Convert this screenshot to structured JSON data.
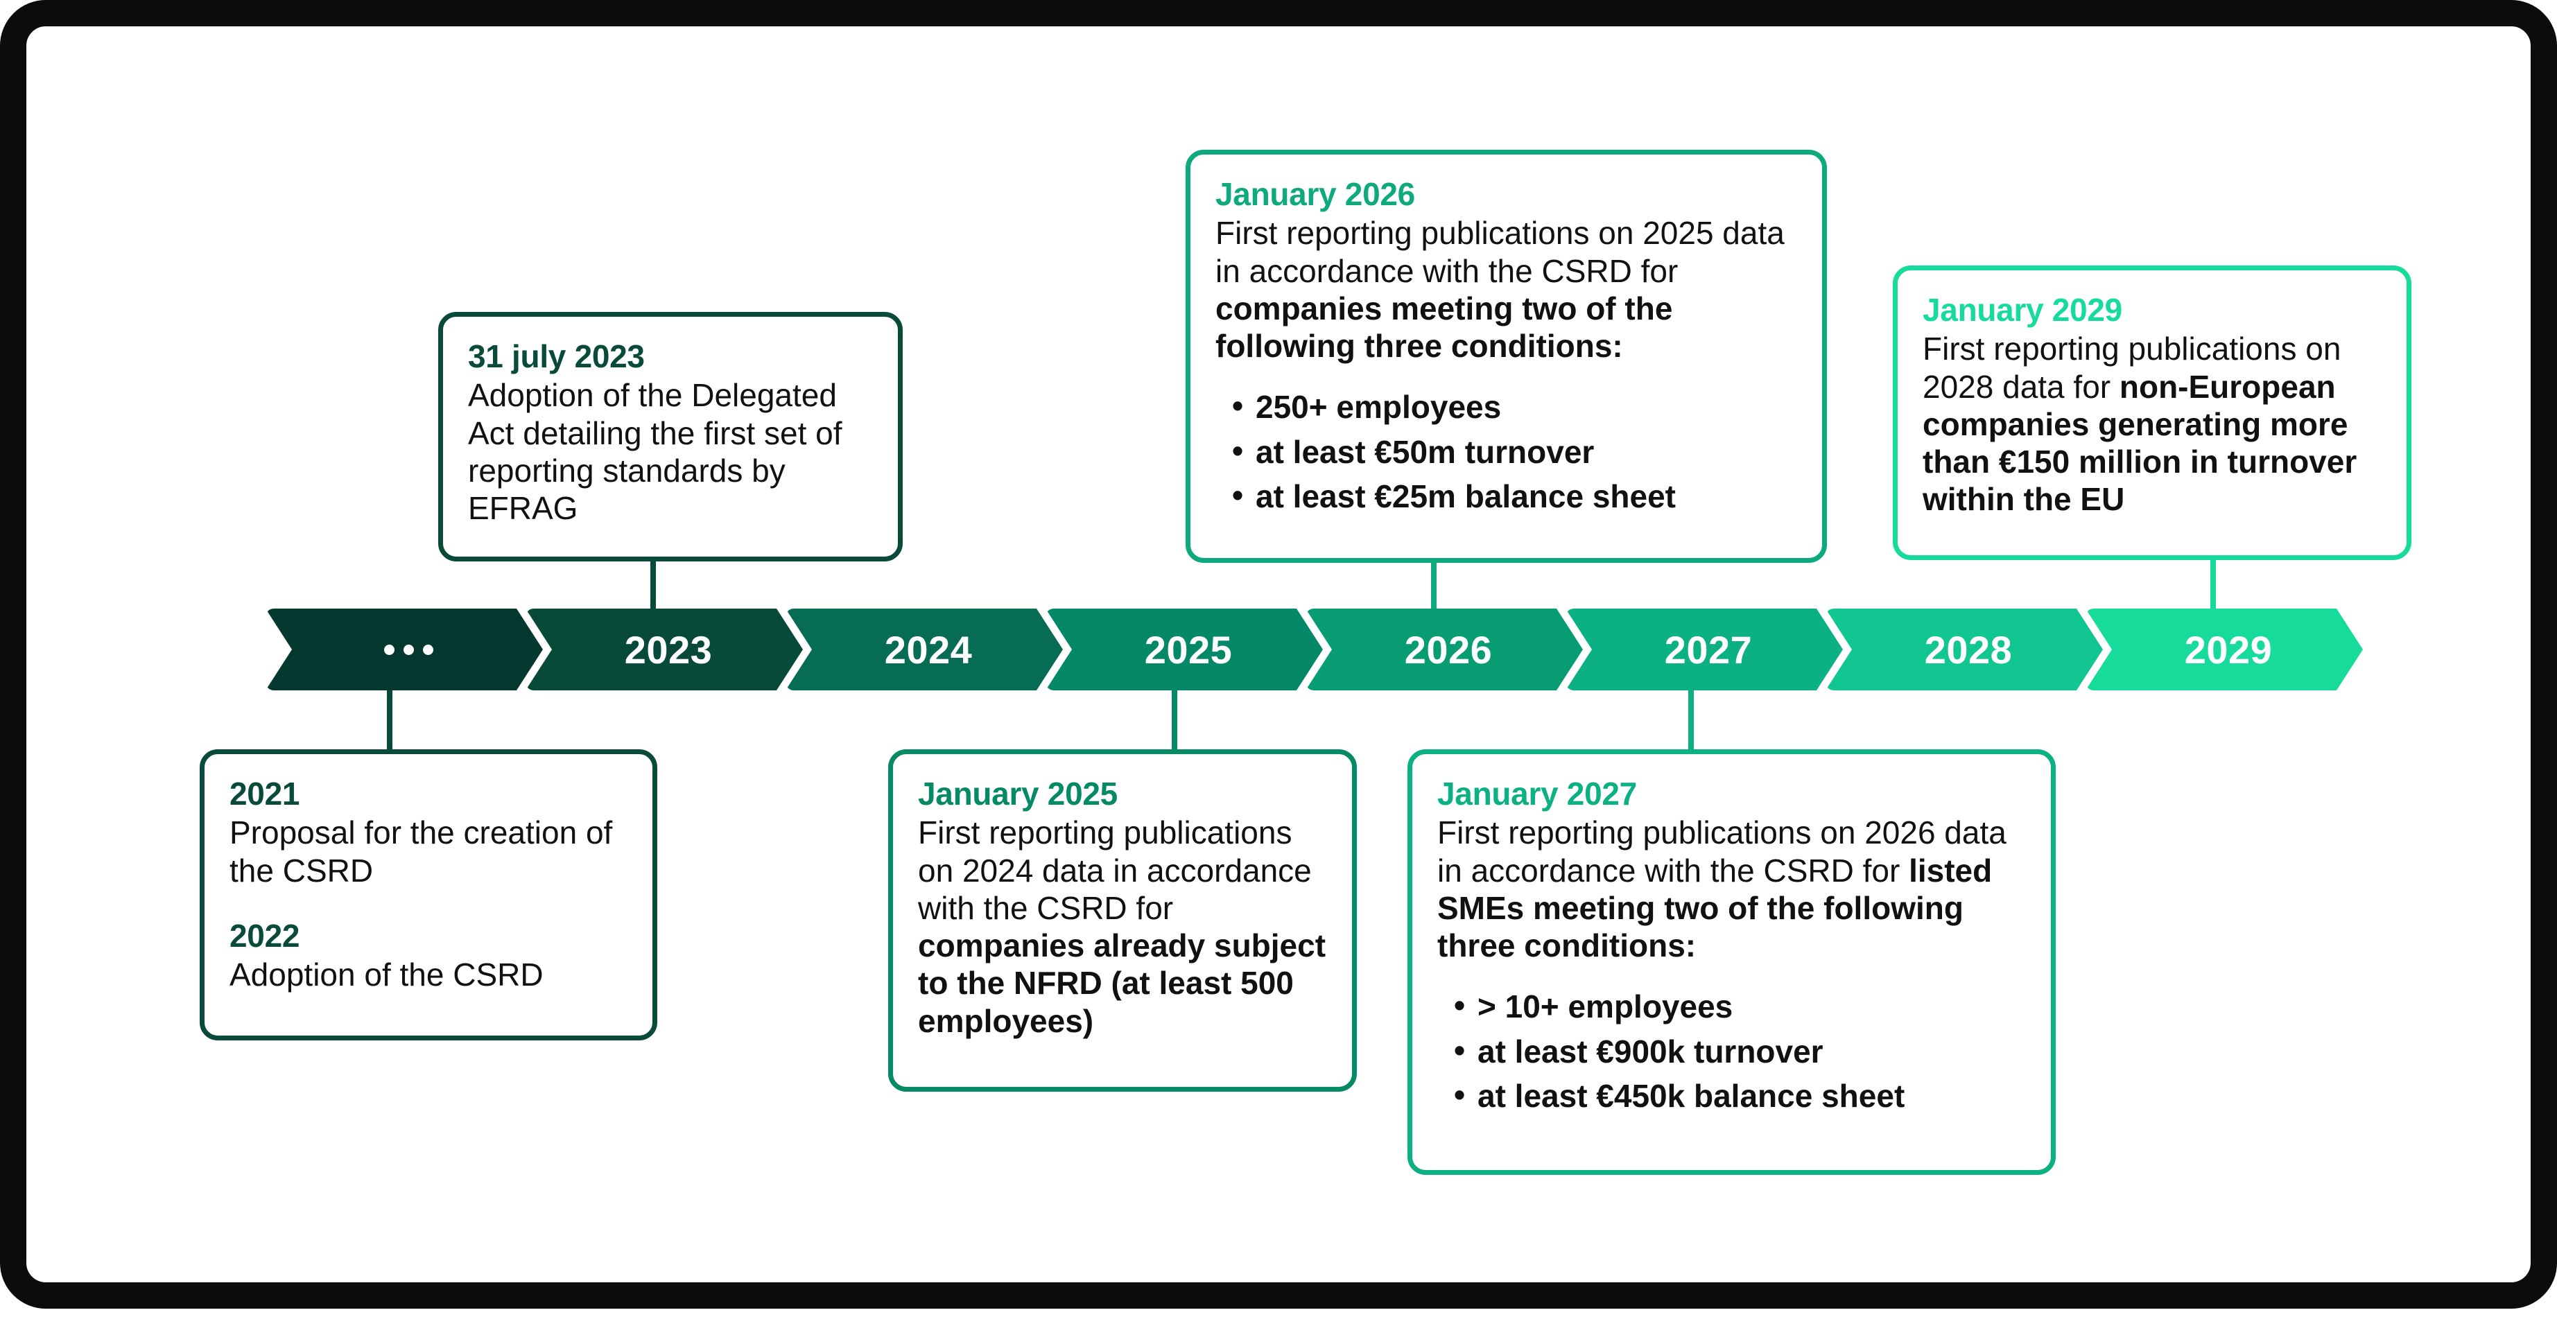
{
  "diagram": {
    "title": "CSRD timeline",
    "frame_color": "#0c0c0c",
    "background": "#ffffff"
  },
  "timeline": {
    "segments": [
      {
        "label": "…",
        "is_ellipsis": true,
        "color": "#05382E"
      },
      {
        "label": "2023",
        "is_ellipsis": false,
        "color": "#084A39"
      },
      {
        "label": "2024",
        "is_ellipsis": false,
        "color": "#066C53"
      },
      {
        "label": "2025",
        "is_ellipsis": false,
        "color": "#058868"
      },
      {
        "label": "2026",
        "is_ellipsis": false,
        "color": "#089C73"
      },
      {
        "label": "2027",
        "is_ellipsis": false,
        "color": "#0BB083"
      },
      {
        "label": "2028",
        "is_ellipsis": false,
        "color": "#12C692"
      },
      {
        "label": "2029",
        "is_ellipsis": false,
        "color": "#17DB9B"
      }
    ]
  },
  "cards": {
    "c2023": {
      "heading": "31 july 2023",
      "heading_color": "#0a4a3a",
      "border_color": "#0a4a3a",
      "body": "Adoption of the Delegated Act detailing the first set of reporting standards by EFRAG"
    },
    "c2026": {
      "heading": "January 2026",
      "heading_color": "#0FA97E",
      "border_color": "#0FA97E",
      "body_1": "First reporting publications on 2025 data in accordance with the CSRD for ",
      "body_bold": "companies meeting two of the following three conditions:",
      "bullets": [
        "250+ employees",
        "at least €50m turnover",
        "at least €25m balance sheet"
      ]
    },
    "c2029": {
      "heading": "January 2029",
      "heading_color": "#17DB9B",
      "border_color": "#17DB9B",
      "body_1": "First reporting publications on 2028 data for ",
      "body_bold": "non-European companies generating more than €150 million in turnover within the EU"
    },
    "c2021": {
      "border_color": "#0a4a3a",
      "heading_color": "#0a4a3a",
      "heading_1": "2021",
      "body_1": "Proposal for the creation of the CSRD",
      "heading_2": "2022",
      "body_2": "Adoption of the CSRD"
    },
    "c2025": {
      "heading": "January 2025",
      "heading_color": "#068A66",
      "border_color": "#068A66",
      "body_1": "First reporting publications on 2024 data in accordance with the CSRD for ",
      "body_bold": "companies already subject to the NFRD (at least 500 employees)"
    },
    "c2027": {
      "heading": "January 2027",
      "heading_color": "#0BB083",
      "border_color": "#0BB083",
      "body_1": "First reporting publications on 2026 data in accordance with the CSRD for ",
      "body_bold": "listed SMEs meeting two of the following three conditions:",
      "bullets": [
        "> 10+ employees",
        "at least €900k turnover",
        "at least €450k balance sheet"
      ]
    }
  }
}
